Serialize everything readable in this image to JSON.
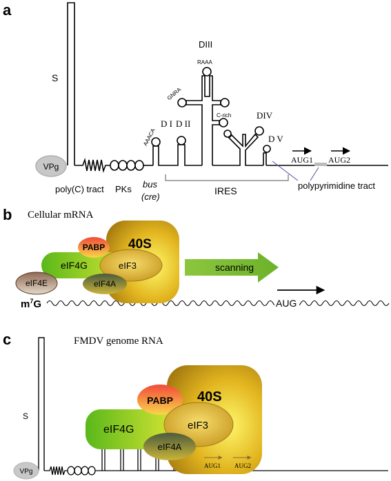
{
  "panels": {
    "a": {
      "label": "a",
      "s_label": "S",
      "vpg": "VPg",
      "polyc": "poly(C) tract",
      "pks": "PKs",
      "bus1": "bus",
      "bus2": "(cre)",
      "ires": "IRES",
      "d1": "D I",
      "d2": "D II",
      "d3": "DIII",
      "d4": "DIV",
      "d5": "D V",
      "aaaca": "AAACA",
      "gnra": "GNRA",
      "raaa": "RAAA",
      "crich": "C-rich",
      "aug1": "AUG1",
      "aug2": "AUG2",
      "polypyrimidine": "polypyrimidine tract"
    },
    "b": {
      "label": "b",
      "title": "Cellular mRNA",
      "s40": "40S",
      "pabp": "PABP",
      "eif4g": "eIF4G",
      "eif3": "eIF3",
      "eif4e": "eIF4E",
      "eif4a": "eIF4A",
      "scanning": "scanning",
      "m7g_m": "m",
      "m7g_sup": "7",
      "m7g_g": "G",
      "aug": "AUG"
    },
    "c": {
      "label": "c",
      "title": "FMDV genome RNA",
      "s_label": "S",
      "vpg": "VPg",
      "s40": "40S",
      "pabp": "PABP",
      "eif4g": "eIF4G",
      "eif3": "eIF3",
      "eif4a": "eIF4A",
      "aug1": "AUG1",
      "aug2": "AUG2"
    }
  },
  "colors": {
    "ribosome_gold": "#d4a017",
    "pabp_red": "#e84b3a",
    "eif4g_green": "#6fc41e",
    "eif3_yellow": "#e8c840",
    "eif4e_brown": "#6b4a3a",
    "eif4a_olive": "#5e6a3c",
    "scanning_green": "#8cc63f",
    "vpg_gray": "#c8c8c8"
  }
}
